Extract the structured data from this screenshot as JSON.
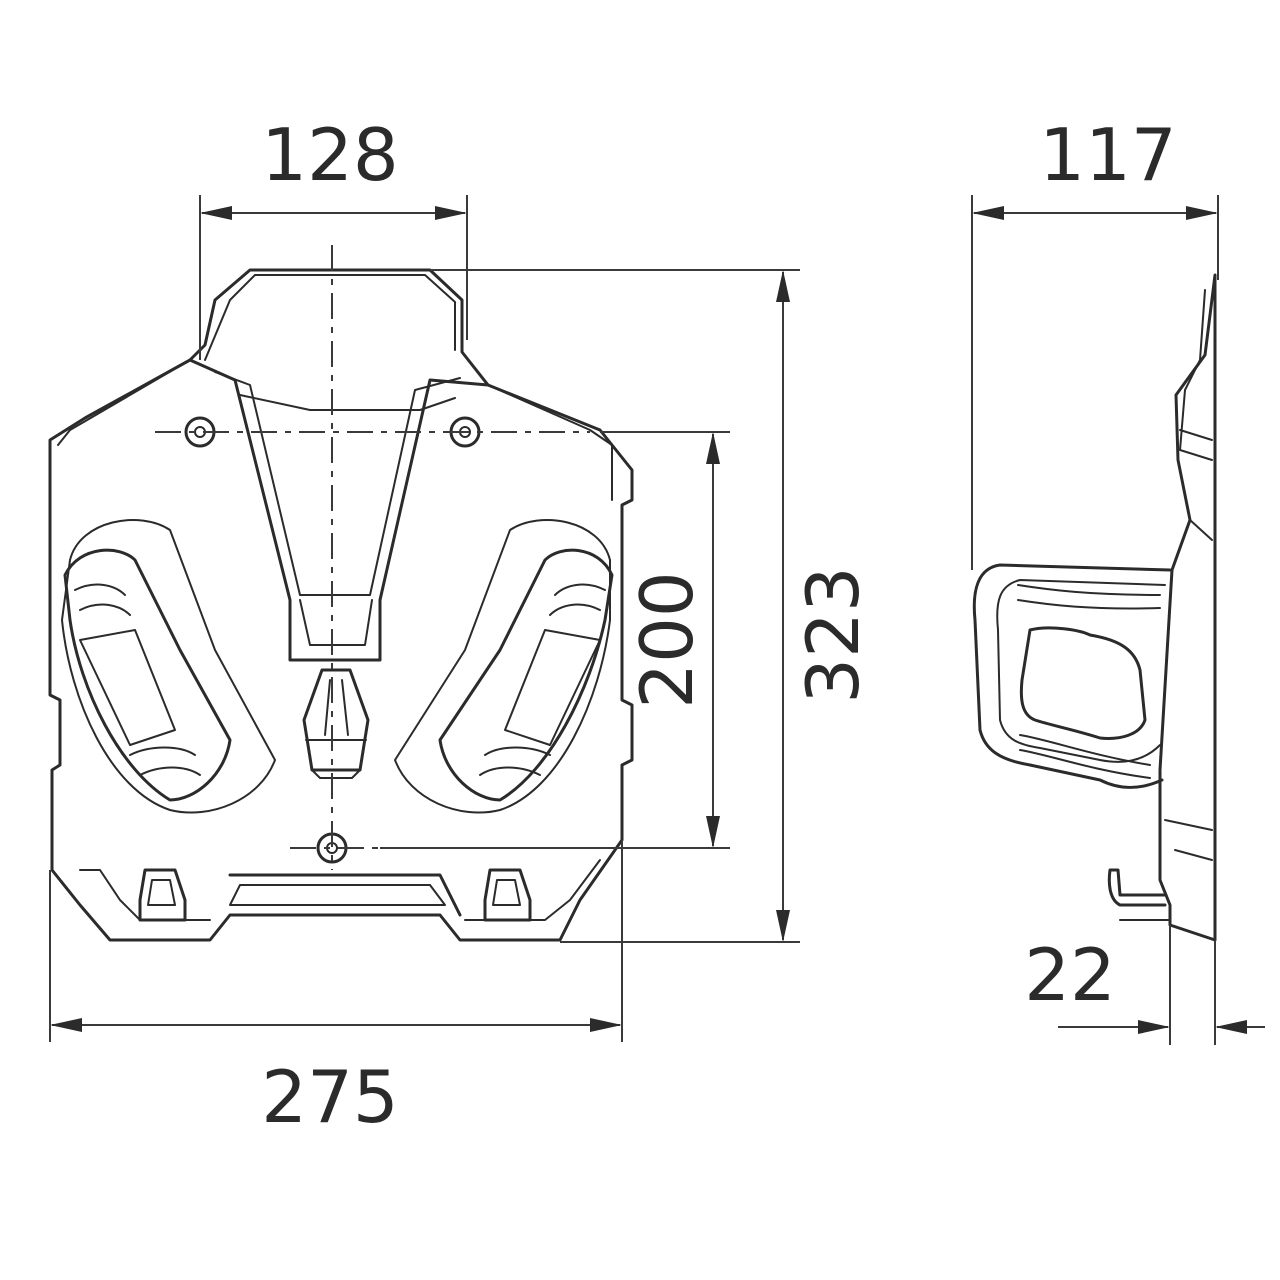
{
  "dimensions": {
    "top_width": "128",
    "side_depth": "117",
    "mount_height": "200",
    "total_height": "323",
    "total_width": "275",
    "plate_thickness": "22"
  },
  "colors": {
    "stroke": "#2b2b2b",
    "background": "#ffffff"
  }
}
